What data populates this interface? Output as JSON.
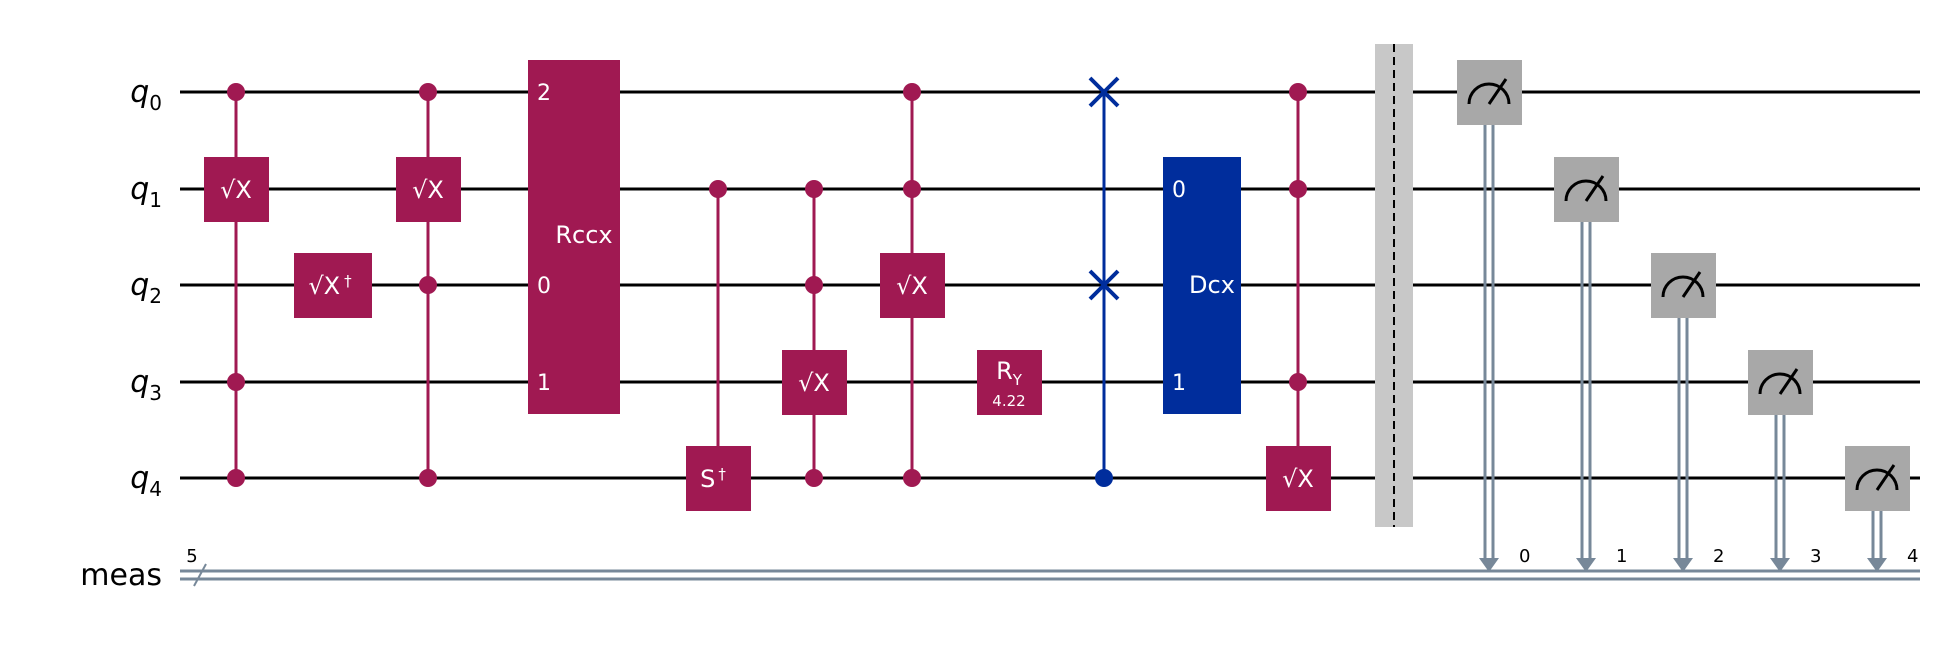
{
  "colors": {
    "purple": "#a01952",
    "blue": "#002d9c",
    "gray_box": "#a8a8a8",
    "classical": "#778899",
    "barrier": "#c8c8c8",
    "wire": "#000000"
  },
  "qubits": [
    {
      "name": "q",
      "index": "0"
    },
    {
      "name": "q",
      "index": "1"
    },
    {
      "name": "q",
      "index": "2"
    },
    {
      "name": "q",
      "index": "3"
    },
    {
      "name": "q",
      "index": "4"
    }
  ],
  "creg": {
    "label": "meas",
    "size": "5"
  },
  "gates": {
    "sx": "√X",
    "sxdg": "√X",
    "dagger": "†",
    "sdg": "S",
    "rccx": "Rccx",
    "dcx": "Dcx",
    "ry": "R",
    "ry_sub": "Y",
    "ry_param": "4.22"
  },
  "ports": {
    "rccx": [
      "2",
      "0",
      "1"
    ],
    "dcx": [
      "0",
      "1"
    ]
  },
  "measure_targets": [
    "0",
    "1",
    "2",
    "3",
    "4"
  ]
}
